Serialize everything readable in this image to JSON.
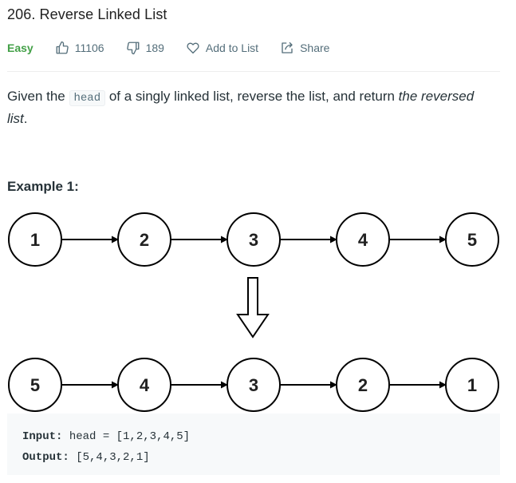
{
  "problem": {
    "title": "206. Reverse Linked List",
    "difficulty": "Easy",
    "likes": "11106",
    "dislikes": "189",
    "add_to_list": "Add to List",
    "share": "Share"
  },
  "description": {
    "part1": "Given the ",
    "code": "head",
    "part2": " of a singly linked list, reverse the list, and return ",
    "part3": "the reversed list",
    "part4": "."
  },
  "example": {
    "title": "Example 1:",
    "input_label": "Input:",
    "input_value": " head = [1,2,3,4,5]",
    "output_label": "Output:",
    "output_value": " [5,4,3,2,1]",
    "diagram": {
      "top_nodes": [
        "1",
        "2",
        "3",
        "4",
        "5"
      ],
      "bottom_nodes": [
        "5",
        "4",
        "3",
        "2",
        "1"
      ]
    }
  },
  "colors": {
    "easy": "#43a047",
    "icon": "#546e7a",
    "code_bg": "#f7f9fa"
  },
  "icons": {
    "like": "thumbs-up-icon",
    "dislike": "thumbs-down-icon",
    "add_to_list": "heart-icon",
    "share": "share-icon",
    "transform_arrow": "down-arrow-icon"
  }
}
